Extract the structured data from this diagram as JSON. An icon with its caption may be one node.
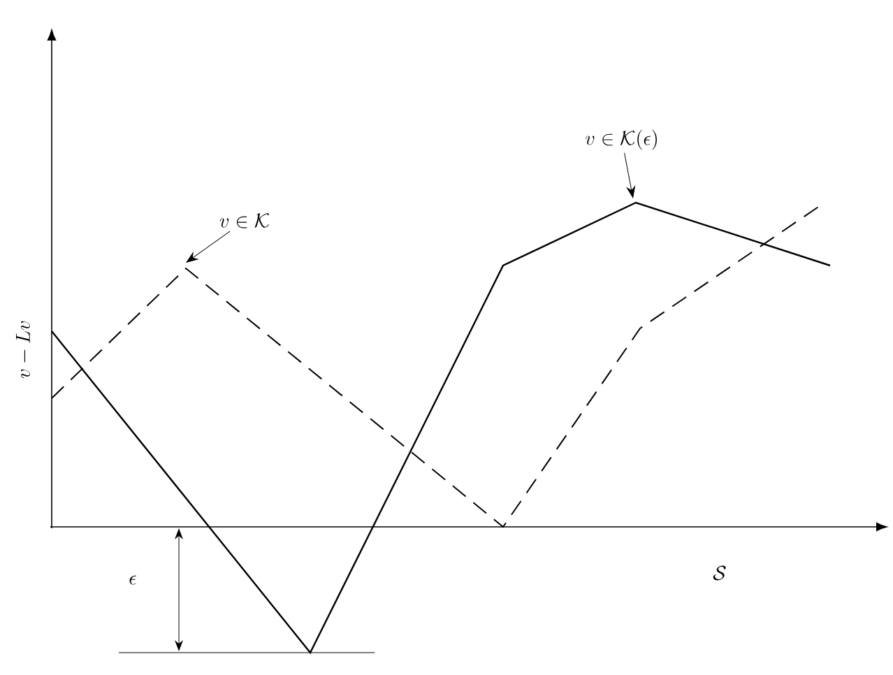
{
  "diagram": {
    "nodes": [
      {
        "text": [
          "v \\in \\mathcal{K}"
        ]
      },
      {
        "text": [
          "v \\in \\mathcal{K}(\\epsilon)"
        ]
      }
    ],
    "edges": [
      {
        "from": 0,
        "to": null,
        "arrow": "to"
      },
      {
        "from": 1,
        "to": null,
        "arrow": "to"
      }
    ],
    "labels": [
      "v - Lv",
      "\\mathcal{S}",
      "\\epsilon"
    ]
  }
}
